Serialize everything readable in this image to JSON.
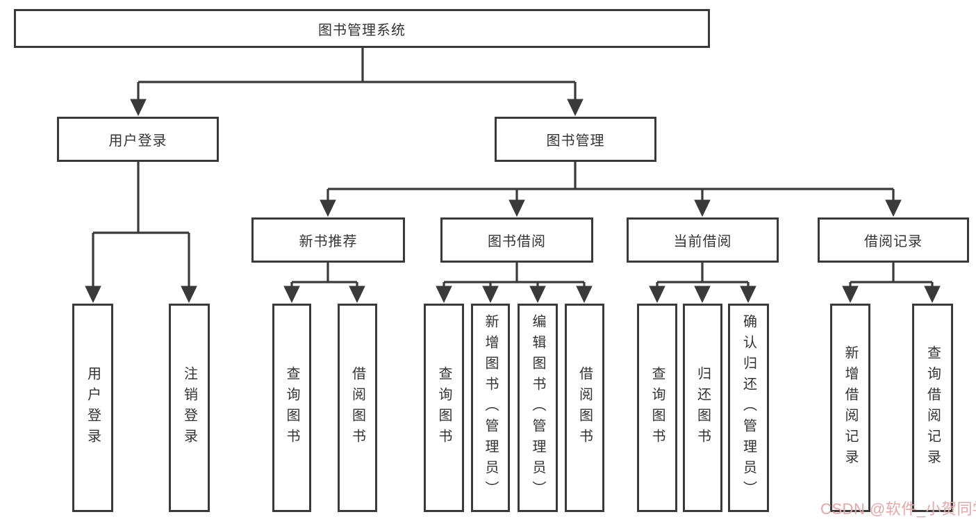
{
  "colors": {
    "background": "#ffffff",
    "line": "#3a3a3a",
    "box_fill": "#ffffff",
    "text": "#333333",
    "watermark": "#e5a6a8"
  },
  "nodes": {
    "root": "图书管理系统",
    "user_login": "用户登录",
    "book_mgmt": "图书管理",
    "new_book_rec": "新书推荐",
    "book_borrow": "图书借阅",
    "current_borrow": "当前借阅",
    "borrow_record": "借阅记录",
    "leaf_user_login": "用户登录",
    "leaf_logout": "注销登录",
    "leaf_query_book_rec": "查询图书",
    "leaf_borrow_book_rec": "借阅图书",
    "leaf_query_book_borrow": "查询图书",
    "leaf_add_book": "新增图书（管理员）",
    "leaf_edit_book": "编辑图书（管理员）",
    "leaf_borrow_book_borrow": "借阅图书",
    "leaf_query_book_current": "查询图书",
    "leaf_return_book": "归还图书",
    "leaf_confirm_return": "确认归还（管理员）",
    "leaf_add_borrow_record": "新增借阅记录",
    "leaf_query_borrow_record": "查询借阅记录"
  },
  "watermark": "CSDN @软件_小贺同学"
}
